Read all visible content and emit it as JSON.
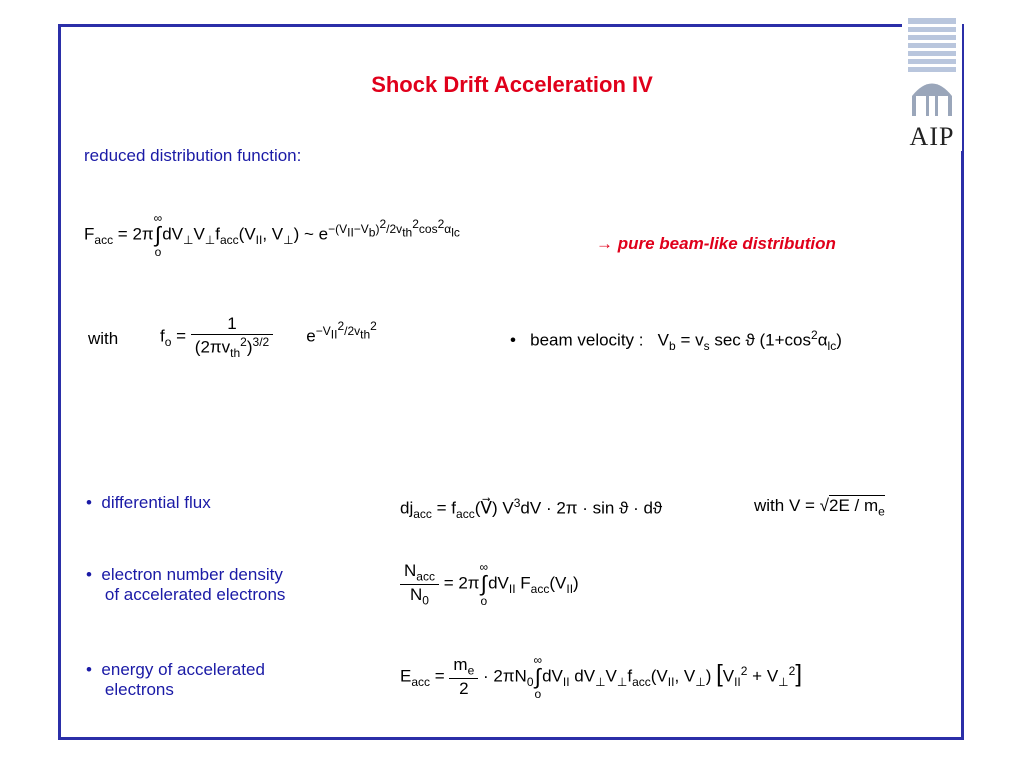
{
  "slide": {
    "title": "Shock Drift Acceleration IV",
    "logo_text": "AIP",
    "subheading": "reduced distribution function:",
    "beam_note": "→ pure beam-like distribution",
    "with_label": "with",
    "beam_velocity_label": "beam  velocity :",
    "bullet_flux": "differential flux",
    "bullet_density_1": "electron number density",
    "bullet_density_2": "of accelerated electrons",
    "bullet_energy_1": "energy of accelerated",
    "bullet_energy_2": "electrons",
    "bullet_mark": "•",
    "colors": {
      "title": "#e0001b",
      "text": "#1a1aa6",
      "border": "#2b2fa8"
    }
  }
}
